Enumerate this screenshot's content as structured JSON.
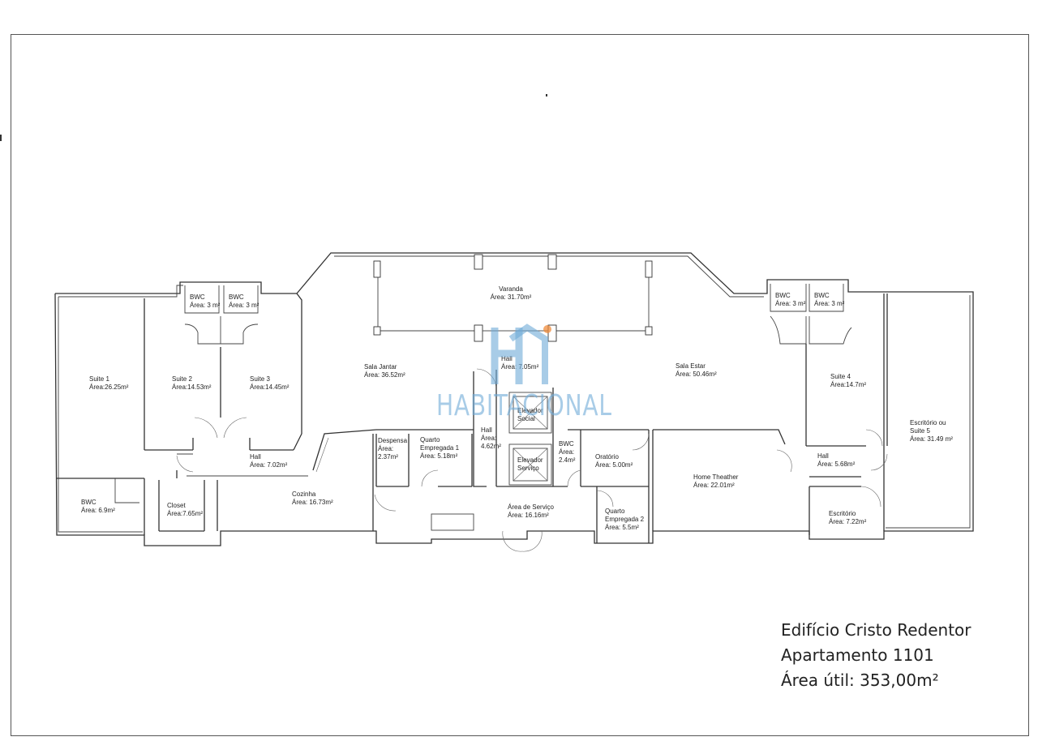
{
  "plan": {
    "rooms": [
      {
        "id": "varanda",
        "lines": [
          "Varanda",
          "Área: 31.70m²"
        ]
      },
      {
        "id": "hall-top",
        "lines": [
          "Hall",
          "Área: 7.05m²"
        ]
      },
      {
        "id": "sala-jantar",
        "lines": [
          "Sala Jantar",
          "Área: 36.52m²"
        ]
      },
      {
        "id": "sala-estar",
        "lines": [
          "Sala Estar",
          "Área: 50.46m²"
        ]
      },
      {
        "id": "bwc-1",
        "lines": [
          "BWC",
          "Área: 3 m²"
        ]
      },
      {
        "id": "bwc-2",
        "lines": [
          "BWC",
          "Área: 3 m²"
        ]
      },
      {
        "id": "bwc-3",
        "lines": [
          "BWC",
          "Área: 3 m²"
        ]
      },
      {
        "id": "bwc-4",
        "lines": [
          "BWC",
          "Área: 3 m²"
        ]
      },
      {
        "id": "suite-1",
        "lines": [
          "Suite 1",
          "Área:26.25m²"
        ]
      },
      {
        "id": "suite-2",
        "lines": [
          "Suite 2",
          "Área:14.53m²"
        ]
      },
      {
        "id": "suite-3",
        "lines": [
          "Suite 3",
          "Área:14.45m²"
        ]
      },
      {
        "id": "suite-4",
        "lines": [
          "Suite 4",
          "Área:14.7m²"
        ]
      },
      {
        "id": "escritorio-suite-5",
        "lines": [
          "Escritório ou",
          "Suite 5",
          "Área: 31.49 m²"
        ]
      },
      {
        "id": "elevador-social",
        "lines": [
          "Elevador",
          "Social"
        ]
      },
      {
        "id": "elevador-servico",
        "lines": [
          "Elevador",
          "Serviço"
        ]
      },
      {
        "id": "hall-elev",
        "lines": [
          "Hall",
          "Área:",
          "4.62m²"
        ]
      },
      {
        "id": "despensa",
        "lines": [
          "Despensa",
          "Área:",
          "2.37m²"
        ]
      },
      {
        "id": "quarto-empregada-1",
        "lines": [
          "Quarto",
          "Empregada 1",
          "Área: 5.18m²"
        ]
      },
      {
        "id": "bwc-serv",
        "lines": [
          "BWC",
          "Área:",
          "2.4m²"
        ]
      },
      {
        "id": "oratorio",
        "lines": [
          "Oratório",
          "Área: 5.00m²"
        ]
      },
      {
        "id": "home-theather",
        "lines": [
          "Home Theather",
          "Área: 22.01m²"
        ]
      },
      {
        "id": "hall-right",
        "lines": [
          "Hall",
          "Área: 5.68m²"
        ]
      },
      {
        "id": "hall-left",
        "lines": [
          "Hall",
          "Área: 7.02m²"
        ]
      },
      {
        "id": "bwc-left",
        "lines": [
          "BWC",
          "Área: 6.9m²"
        ]
      },
      {
        "id": "closet",
        "lines": [
          "Closet",
          "Área:7.65m²"
        ]
      },
      {
        "id": "cozinha",
        "lines": [
          "Cozinha",
          "Área: 16.73m²"
        ]
      },
      {
        "id": "area-servico",
        "lines": [
          "Área de Serviço",
          "Área: 16.16m²"
        ]
      },
      {
        "id": "quarto-empregada-2",
        "lines": [
          "Quarto",
          "Empregada 2",
          "Área: 5.5m²"
        ]
      },
      {
        "id": "escritorio",
        "lines": [
          "Escritório",
          "Área: 7.22m²"
        ]
      }
    ]
  },
  "watermark": {
    "text": "HABITACIONAL"
  },
  "title_block": {
    "building": "Edifício Cristo Redentor",
    "apartment": "Apartamento 1101",
    "area": "Área útil: 353,00m²"
  }
}
